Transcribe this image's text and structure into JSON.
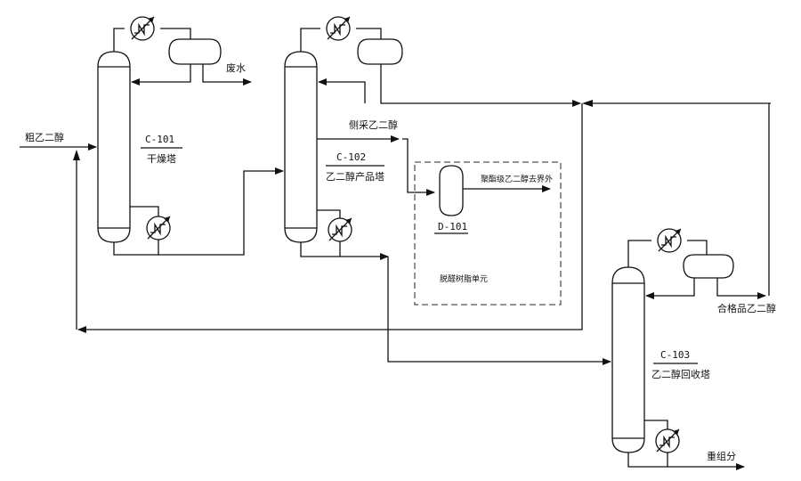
{
  "streams": {
    "feed": "粗乙二醇",
    "waste_water": "废水",
    "side_draw": "侧采乙二醇",
    "polyester_product": "聚酯级乙二醇去界外",
    "qualified_product": "合格品乙二醇",
    "heavy_components": "重组分"
  },
  "equipment": {
    "c101": {
      "tag": "C-101",
      "name": "干燥塔"
    },
    "c102": {
      "tag": "C-102",
      "name": "乙二醇产品塔"
    },
    "d101": {
      "tag": "D-101"
    },
    "c103": {
      "tag": "C-103",
      "name": "乙二醇回收塔"
    }
  },
  "units": {
    "resin_unit": "脱醛树脂单元"
  }
}
